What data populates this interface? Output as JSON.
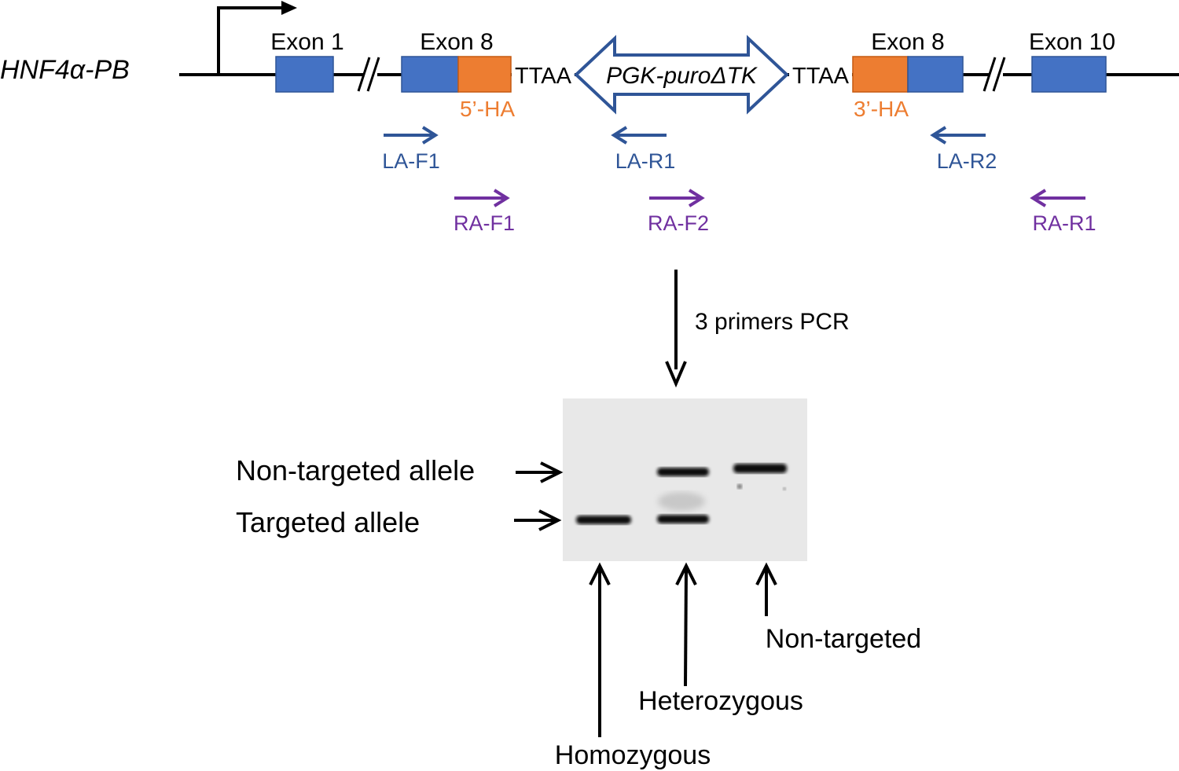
{
  "construct": {
    "name": "HNF4α-PB",
    "exons": {
      "exon1": "Exon 1",
      "exon8_left": "Exon 8",
      "exon8_right": "Exon 8",
      "exon10": "Exon 10"
    },
    "homology_arms": {
      "left": "5’-HA",
      "right": "3’-HA"
    },
    "ttaa_left": "TTAA",
    "ttaa_right": "TTAA",
    "cassette": "PGK-puroΔTK"
  },
  "primers": {
    "la_f1": "LA-F1",
    "la_r1": "LA-R1",
    "la_r2": "LA-R2",
    "ra_f1": "RA-F1",
    "ra_f2": "RA-F2",
    "ra_r1": "RA-R1"
  },
  "pcr_step": "3 primers PCR",
  "gel": {
    "band_labels": {
      "non_targeted_allele": "Non-targeted allele",
      "targeted_allele": "Targeted allele"
    },
    "lane_labels": {
      "homozygous": "Homozygous",
      "heterozygous": "Heterozygous",
      "non_targeted": "Non-targeted"
    }
  },
  "colors": {
    "exon_blue": "#4472c4",
    "arm_orange": "#ed7d31",
    "primer_blue": "#2f5597",
    "primer_purple": "#7030a0",
    "gel_background": "#e8e8e8",
    "band": "#111111"
  }
}
